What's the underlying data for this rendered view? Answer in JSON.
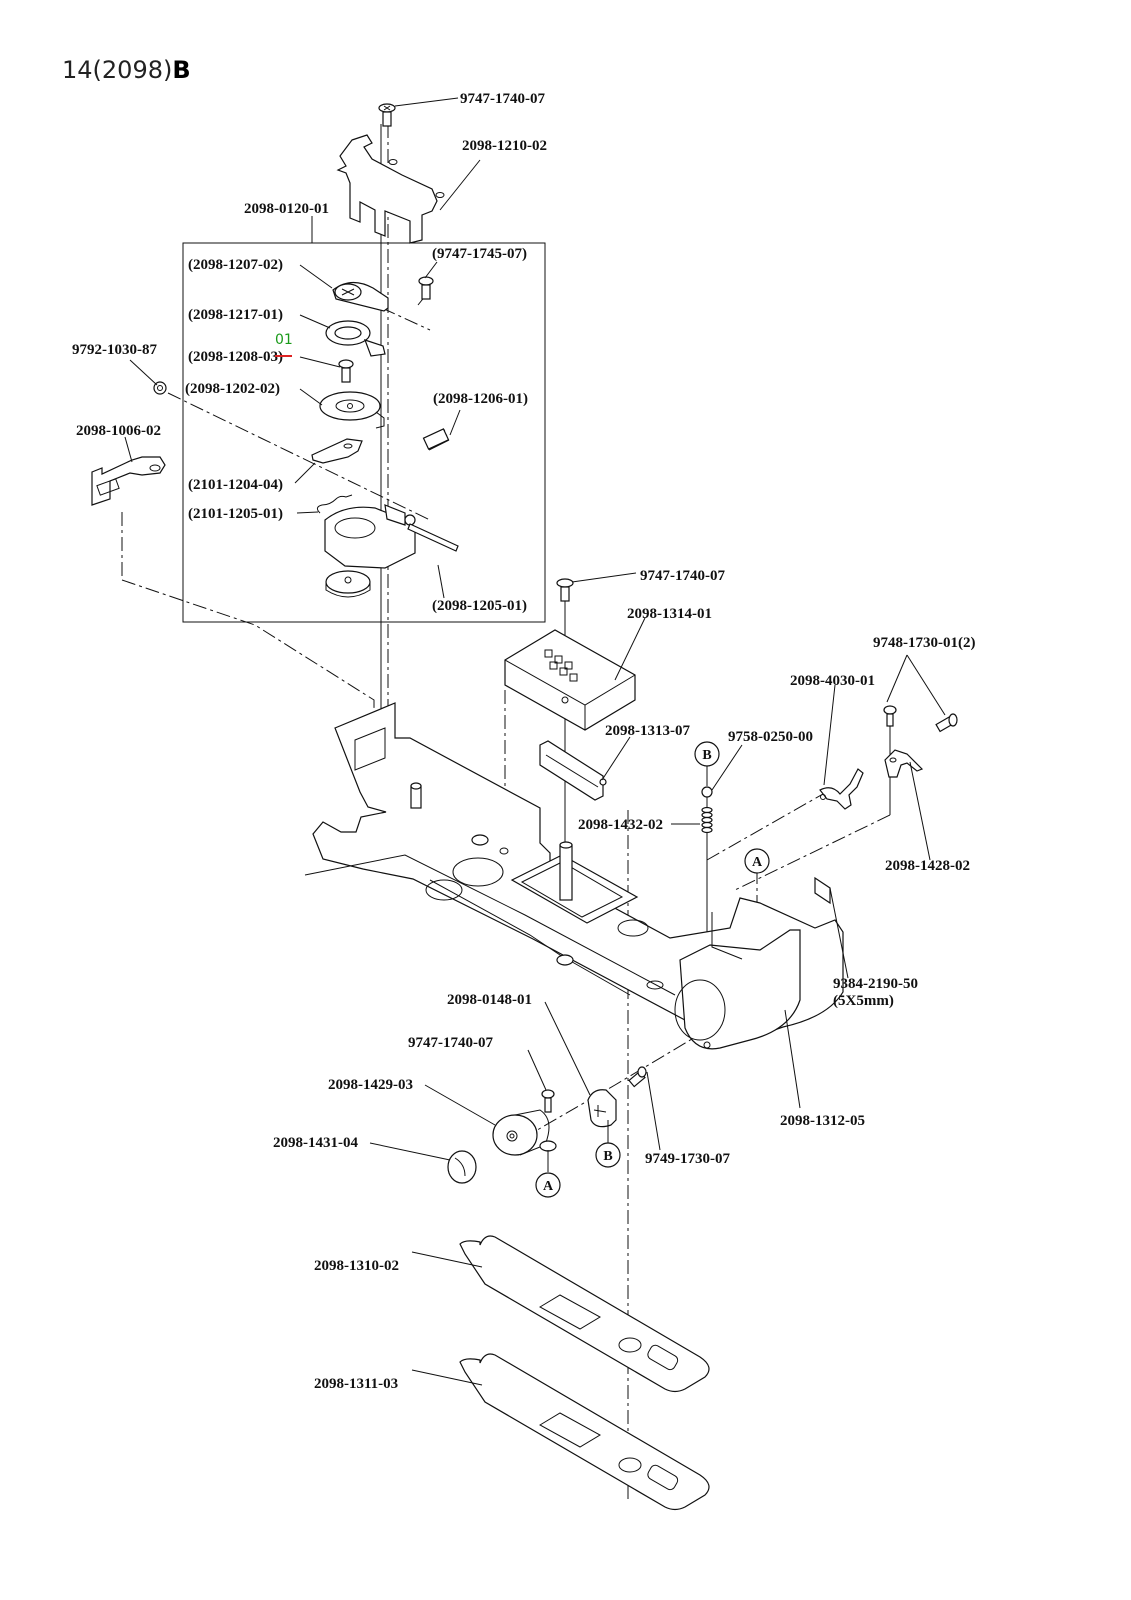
{
  "page": {
    "title": "14(2098)",
    "title_suffix": "B"
  },
  "labels": {
    "screw_top": "9747-1740-07",
    "cover_top": "2098-1210-02",
    "assembly": "2098-0120-01",
    "screw_small": "(9747-1745-07)",
    "dial_plate": "(2098-1207-02)",
    "ring": "(2098-1217-01)",
    "screw_mid": "(2098-1208-03)",
    "screw_mid_correction": "01",
    "dial_base": "(2098-1202-02)",
    "spring": "(2098-1206-01)",
    "lever": "(2101-1204-04)",
    "wire_spring": "(2101-1205-01)",
    "pin": "(2098-1205-01)",
    "washer": "9792-1030-87",
    "bracket_left": "2098-1006-02",
    "screw_right_top": "9747-1740-07",
    "contact_block": "2098-1314-01",
    "contact_strip": "2098-1313-07",
    "ball": "9758-0250-00",
    "coil_spring": "2098-1432-02",
    "screws_pair": "9748-1730-01(2)",
    "latch": "2098-4030-01",
    "latch_plate": "2098-1428-02",
    "tape": "9384-2190-50",
    "tape_size": "(5X5mm)",
    "grip_cover": "2098-1312-05",
    "knob_assembly": "2098-0148-01",
    "screw_bottom": "9747-1740-07",
    "knob_body": "2098-1429-03",
    "knob_cap": "2098-1431-04",
    "screw_side": "9749-1730-07",
    "sheet_upper": "2098-1310-02",
    "sheet_lower": "2098-1311-03"
  },
  "markers": {
    "a": "A",
    "b": "B"
  }
}
